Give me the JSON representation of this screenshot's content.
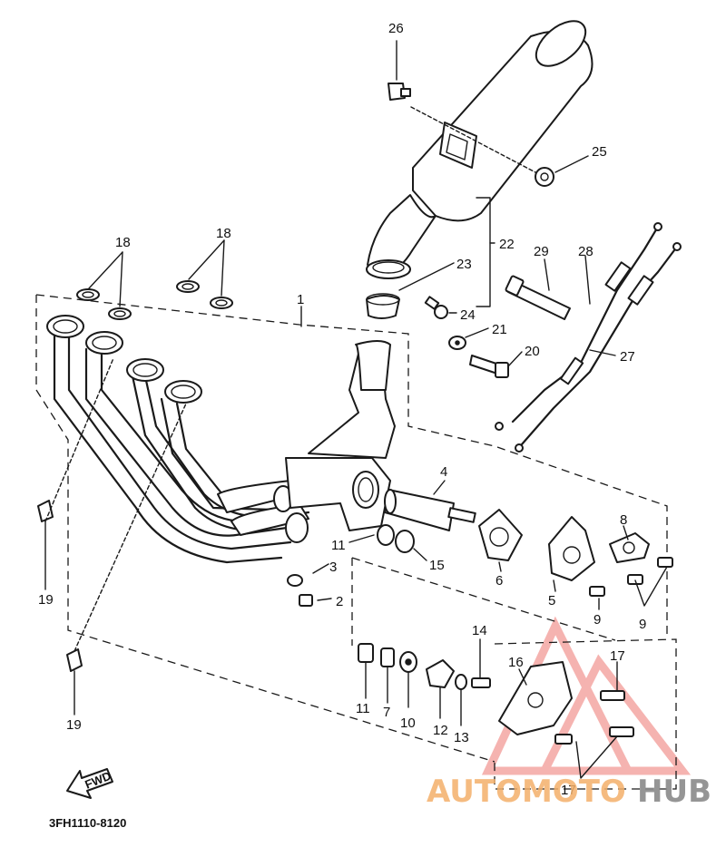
{
  "diagram_code": "3FH1110-8120",
  "fwd_label": "FWD",
  "watermark": {
    "part1": "AUTOMOTO",
    "part2": "HUB",
    "color_accent": "#f4a6a3",
    "color_dark": "#8a8a8a"
  },
  "callouts": {
    "c26": "26",
    "c25": "25",
    "c22": "22",
    "c23": "23",
    "c24": "24",
    "c29": "29",
    "c28": "28",
    "c27": "27",
    "c21": "21",
    "c20": "20",
    "c18a": "18",
    "c18b": "18",
    "c1": "1",
    "c4": "4",
    "c3": "3",
    "c2": "2",
    "c11a": "11",
    "c15": "15",
    "c6": "6",
    "c8": "8",
    "c5": "5",
    "c9a": "9",
    "c9b": "9",
    "c19a": "19",
    "c19b": "19",
    "c14": "14",
    "c16": "16",
    "c17a": "17",
    "c17b": "17",
    "c11b": "11",
    "c7": "7",
    "c10": "10",
    "c12": "12",
    "c13": "13"
  }
}
